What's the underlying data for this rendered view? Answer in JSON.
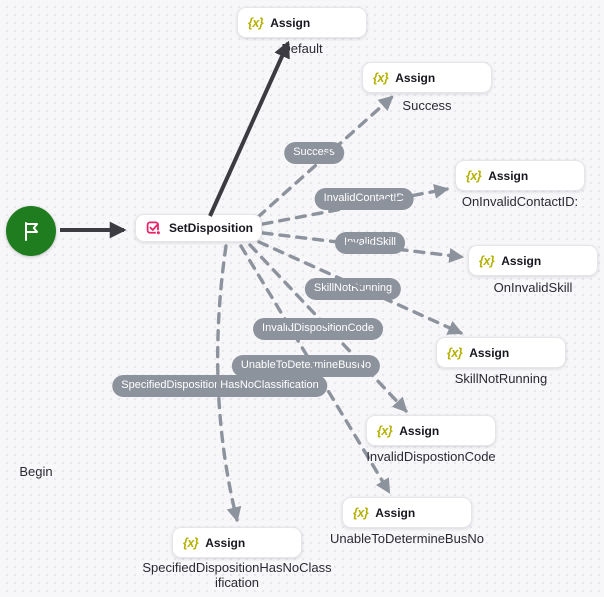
{
  "colors": {
    "canvas_background": "#f7f7f9",
    "grid_dot": "#e7e7ec",
    "solid_edge": "#3b3b41",
    "dashed_edge": "#8d939d",
    "pill_background": "#8d939d",
    "pill_text": "#ffffff",
    "node_background": "#ffffff",
    "assign_icon_color": "#b4b000",
    "set_disposition_icon_color": "#e72565",
    "begin_node_color": "#1f7d20"
  },
  "begin_node": {
    "label": "Begin",
    "icon": "flag-icon"
  },
  "set_disposition_node": {
    "title": "SetDisposition",
    "icon": "checkbox-check-icon"
  },
  "assign_icon_glyph": "{x}",
  "assign_nodes": [
    {
      "title": "Assign",
      "caption": "Default"
    },
    {
      "title": "Assign",
      "caption": "Success"
    },
    {
      "title": "Assign",
      "caption": "OnInvalidContactID:"
    },
    {
      "title": "Assign",
      "caption": "OnInvalidSkill"
    },
    {
      "title": "Assign",
      "caption": "SkillNotRunning"
    },
    {
      "title": "Assign",
      "caption": "InvalidDispostionCode"
    },
    {
      "title": "Assign",
      "caption": "UnableToDetermineBusNo"
    },
    {
      "title": "Assign",
      "caption": "SpecifiedDispositionHasNoClassification"
    }
  ],
  "edge_labels": [
    {
      "label": "Success"
    },
    {
      "label": "InvalidContactID"
    },
    {
      "label": "InvalidSkill"
    },
    {
      "label": "SkillNotRunning"
    },
    {
      "label": "InvalidDispositionCode"
    },
    {
      "label": "UnableToDetermineBusNo"
    },
    {
      "label": "SpecifiedDispositionHasNoClassification"
    }
  ]
}
